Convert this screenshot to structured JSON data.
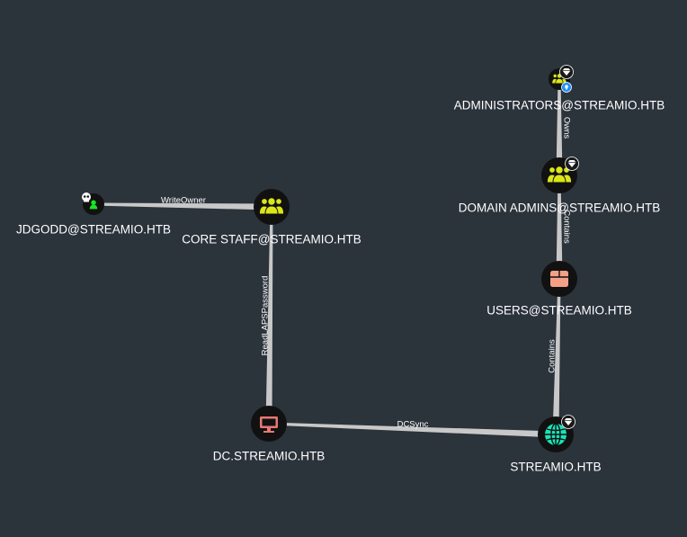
{
  "colors": {
    "background": "#2b333b",
    "edge": "#c8c8c8",
    "node_disc": "#111111",
    "user": "#17e625",
    "group": "#dbe617",
    "computer": "#e67873",
    "ou": "#f4a087",
    "domain": "#17e6b9",
    "label": "#ffffff"
  },
  "nodes": [
    {
      "id": "jdgodd",
      "label": "JDGODD@STREAMIO.HTB",
      "type": "user",
      "icon": "user-icon",
      "badges": [
        "skull-icon"
      ]
    },
    {
      "id": "corestaff",
      "label": "CORE STAFF@STREAMIO.HTB",
      "type": "group",
      "icon": "group-icon",
      "badges": []
    },
    {
      "id": "administrators",
      "label": "ADMINISTRATORS@STREAMIO.HTB",
      "type": "group",
      "icon": "group-icon",
      "badges": [
        "diamond-icon",
        "location-pin-icon"
      ]
    },
    {
      "id": "domainadmins",
      "label": "DOMAIN ADMINS@STREAMIO.HTB",
      "type": "group",
      "icon": "group-icon",
      "badges": [
        "diamond-icon"
      ]
    },
    {
      "id": "users",
      "label": "USERS@STREAMIO.HTB",
      "type": "ou",
      "icon": "box-icon",
      "badges": []
    },
    {
      "id": "dc",
      "label": "DC.STREAMIO.HTB",
      "type": "computer",
      "icon": "monitor-icon",
      "badges": []
    },
    {
      "id": "domain",
      "label": "STREAMIO.HTB",
      "type": "domain",
      "icon": "globe-icon",
      "badges": [
        "diamond-icon"
      ]
    }
  ],
  "edges": [
    {
      "from": "jdgodd",
      "to": "corestaff",
      "label": "WriteOwner"
    },
    {
      "from": "corestaff",
      "to": "dc",
      "label": "ReadLAPSPassword"
    },
    {
      "from": "dc",
      "to": "domain",
      "label": "DCSync"
    },
    {
      "from": "administrators",
      "to": "domainadmins",
      "label": "Owns"
    },
    {
      "from": "domainadmins",
      "to": "users",
      "label": "Contains"
    },
    {
      "from": "users",
      "to": "domain",
      "label": "Contains"
    }
  ]
}
